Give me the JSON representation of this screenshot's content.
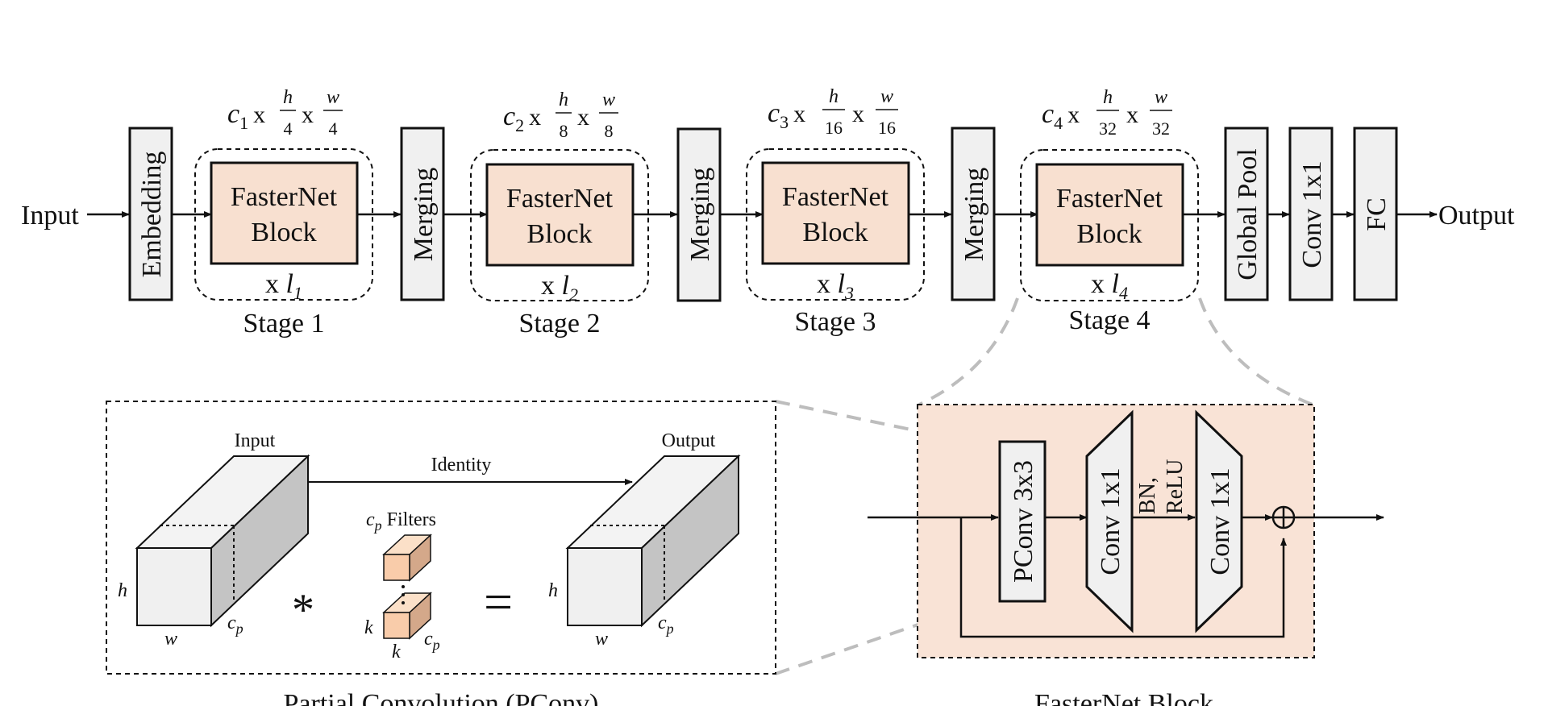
{
  "top": {
    "input_label": "Input",
    "output_label": "Output",
    "embedding_label": "Embedding",
    "merging_label": "Merging",
    "global_pool_label": "Global Pool",
    "conv1x1_label": "Conv 1x1",
    "fc_label": "FC",
    "block_line1": "FasterNet",
    "block_line2": "Block",
    "stages": [
      {
        "name": "Stage 1",
        "repeat_prefix": "x",
        "repeat_var": "l",
        "repeat_sub": "1",
        "c": "c",
        "c_sub": "1",
        "h_den": "4",
        "w_den": "4"
      },
      {
        "name": "Stage 2",
        "repeat_prefix": "x",
        "repeat_var": "l",
        "repeat_sub": "2",
        "c": "c",
        "c_sub": "2",
        "h_den": "8",
        "w_den": "8"
      },
      {
        "name": "Stage 3",
        "repeat_prefix": "x",
        "repeat_var": "l",
        "repeat_sub": "3",
        "c": "c",
        "c_sub": "3",
        "h_den": "16",
        "w_den": "16"
      },
      {
        "name": "Stage 4",
        "repeat_prefix": "x",
        "repeat_var": "l",
        "repeat_sub": "4",
        "c": "c",
        "c_sub": "4",
        "h_den": "32",
        "w_den": "32"
      }
    ],
    "dim_x": "x",
    "dim_h": "h",
    "dim_w": "w"
  },
  "pconv": {
    "caption": "Partial Convolution (PConv)",
    "input_label": "Input",
    "output_label": "Output",
    "identity_label": "Identity",
    "filters_var": "c",
    "filters_sub": "p",
    "filters_label": "Filters",
    "h": "h",
    "w": "w",
    "cp_var": "c",
    "cp_sub": "p",
    "k": "k",
    "conv_symbol": "*",
    "equals_symbol": "="
  },
  "fblock": {
    "caption": "FasterNet Block",
    "pconv_label": "PConv 3x3",
    "conv1_label": "Conv 1x1",
    "conv2_label": "Conv 1x1",
    "bn_label": "BN,",
    "relu_label": "ReLU",
    "add_symbol": "⊕"
  },
  "colors": {
    "block_fill": "#f8e0d0",
    "layer_fill": "#f0f0f0",
    "filter_front": "#f9ccaa",
    "filter_side": "#d4a88a",
    "filter_top": "#fbe0c8",
    "cube_front": "#f0f0f0",
    "cube_top": "#f3f3f3",
    "cube_side": "#c4c4c4",
    "fblock_bg": "#f9e3d6",
    "zoom_line": "#bdbdbd"
  }
}
